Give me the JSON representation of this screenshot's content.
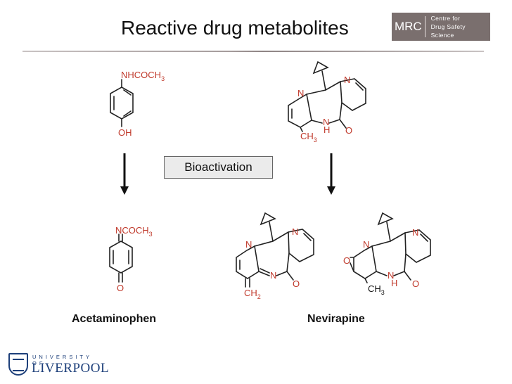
{
  "title": "Reactive drug metabolites",
  "logo": {
    "left": "MRC",
    "right_line1": "Centre for",
    "right_line2": "Drug Safety Science",
    "bg": "#7a6f6e"
  },
  "box": {
    "label": "Bioactivation"
  },
  "labels": {
    "acetaminophen": "Acetaminophen",
    "nevirapine": "Nevirapine"
  },
  "university": {
    "small": "UNIVERSITY OF",
    "name": "LIVERPOOL",
    "color": "#1d3f7a"
  },
  "atoms": {
    "nh": "NHCOCH",
    "three": "3",
    "oh": "OH",
    "ncoch": "NCOCH",
    "o": "O",
    "n": "N",
    "h": "H",
    "ch": "CH",
    "two": "2"
  },
  "colors": {
    "heteroatom": "#c0392b",
    "bond": "#222222"
  }
}
